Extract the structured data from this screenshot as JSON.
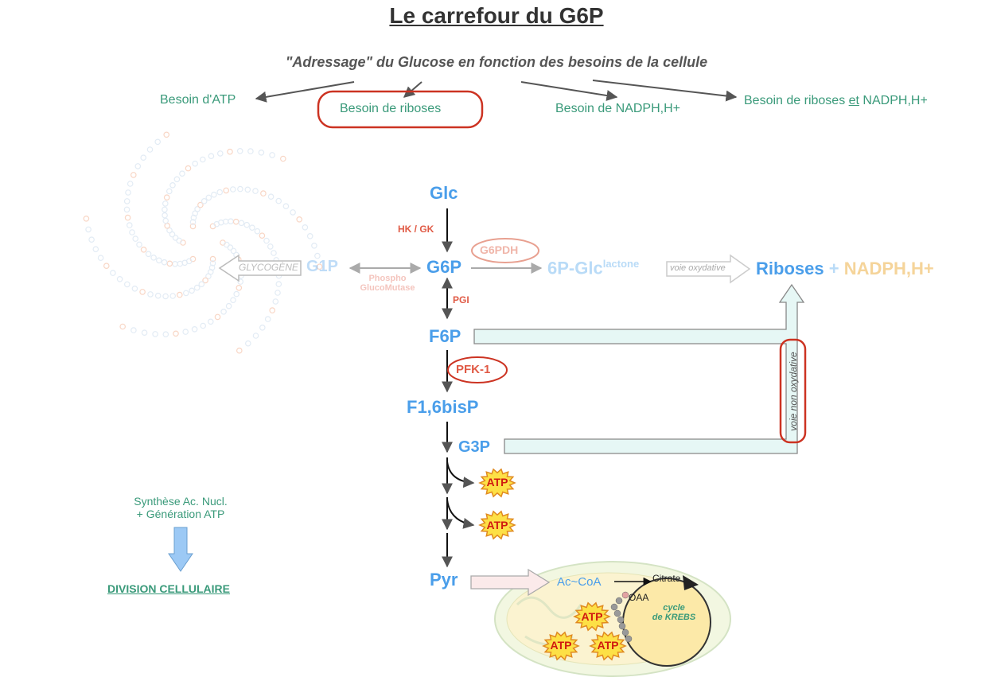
{
  "title": "Le carrefour du G6P",
  "subtitle": "\"Adressage\" du Glucose en fonction des besoins de la cellule",
  "needs": {
    "atp": "Besoin d'ATP",
    "riboses": "Besoin de riboses",
    "nadph": "Besoin de NADPH,H+",
    "both_pre": "Besoin de riboses ",
    "both_et": "et",
    "both_post": " NADPH,H+"
  },
  "metabolites": {
    "glc": "Glc",
    "g6p": "G6P",
    "g1p": "G1P",
    "f6p": "F6P",
    "f16bisp": "F1,6bisP",
    "g3p": "G3P",
    "pyr": "Pyr",
    "lactone_main": "6P-Glc",
    "lactone_sup": "lactone",
    "riboses": "Riboses",
    "plus": "+",
    "nadph": "NADPH,H+"
  },
  "enzymes": {
    "hkgk": "HK / GK",
    "g6pdh": "G6PDH",
    "pgi": "PGI",
    "pfk1": "PFK-1",
    "pgm_line1": "Phospho",
    "pgm_line2": "GlucoMutase"
  },
  "pathways": {
    "glycogen": "GLYCOGÈNE",
    "oxidative": "voie oxydative",
    "non_oxidative": "voie non oxydative"
  },
  "atp": [
    "ATP",
    "ATP",
    "ATP",
    "ATP",
    "ATP"
  ],
  "mito": {
    "accoa": "Ac~CoA",
    "citrate": "Citrate",
    "oaa": "OAA",
    "krebs_line1": "cycle",
    "krebs_line2": "de KREBS"
  },
  "side": {
    "line1": "Synthèse Ac. Nucl.",
    "line2": "+ Génération ATP",
    "result": "DIVISION CELLULAIRE"
  },
  "colors": {
    "metabolite": "#4a9eea",
    "enzyme": "#e05a45",
    "need": "#3a9a7a",
    "highlight": "#cc3322",
    "nadph": "#f5c070",
    "non_ox_arrow_fill": "#e6f7f5"
  }
}
